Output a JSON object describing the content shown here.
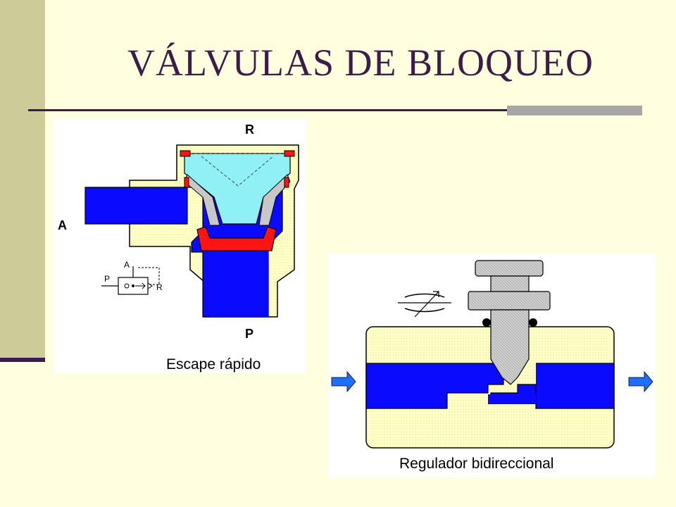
{
  "slide": {
    "title": "VÁLVULAS DE BLOQUEO"
  },
  "escape_rapido": {
    "caption": "Escape rápido",
    "port_R": "R",
    "port_A": "A",
    "port_P": "P",
    "symbol": {
      "port_A": "A",
      "port_P": "P",
      "port_R": "R"
    }
  },
  "regulador": {
    "caption": "Regulador bidireccional"
  },
  "colors": {
    "pressure_blue": "#0a0aff",
    "exhaust_cyan": "#8ff0f5",
    "body_cream": "#ffffc4",
    "seal_red": "#ff1414",
    "metal_gray": "#c8c8c8",
    "band": "#cccc99",
    "title": "#3b1d47"
  }
}
